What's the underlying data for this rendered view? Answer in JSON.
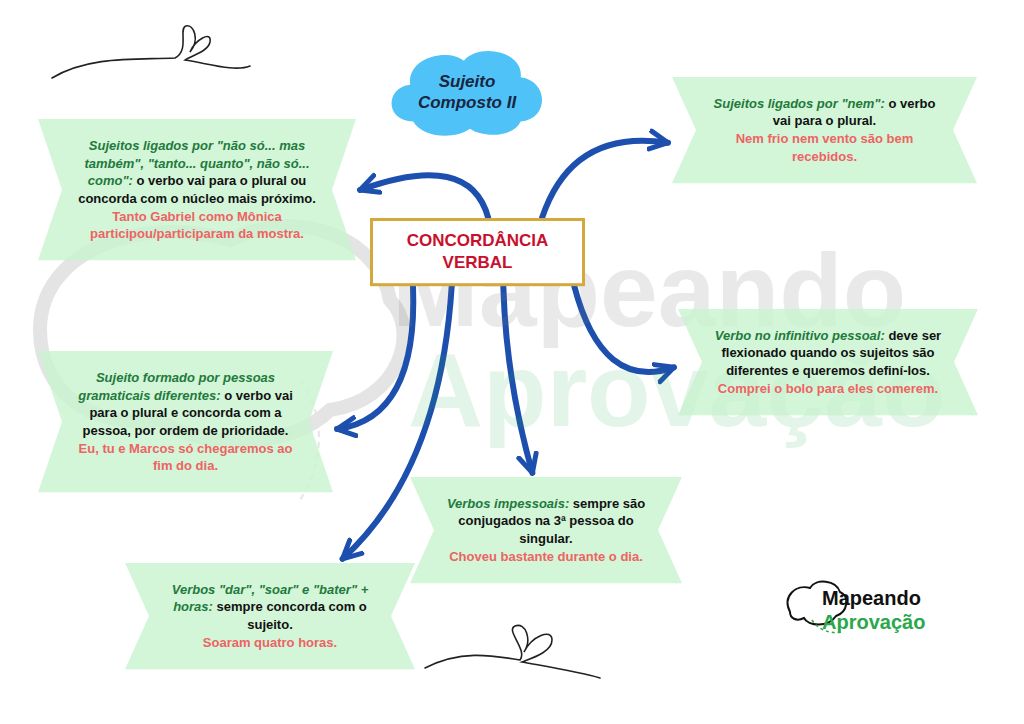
{
  "diagram": {
    "nodes": [
      {
        "text": [
          "Sujeito Composto II"
        ]
      },
      {
        "text": [
          "Sujeitos ligados por \"não só... mas também\", \"tanto... quanto\", não só... como\":",
          "o verbo vai para o plural ou concorda com o núcleo mais próximo.",
          "Tanto Gabriel como Mônica participou/participaram da mostra."
        ]
      },
      {
        "text": [
          "Sujeitos ligados por \"nem\":",
          "o verbo vai para o plural.",
          "Nem frio nem vento são bem recebidos."
        ]
      },
      {
        "text": [
          "CONCORDÂNCIA VERBAL"
        ]
      },
      {
        "text": [
          "Verbo no infinitivo pessoal:",
          "deve ser flexionado quando os sujeitos são diferentes e queremos definí-los.",
          "Comprei o bolo para eles comerem."
        ]
      },
      {
        "text": [
          "Sujeito formado por pessoas gramaticais diferentes:",
          "o verbo vai para o plural e concorda com a pessoa, por ordem de prioridade.",
          "Eu, tu e Marcos só chegaremos ao fim do dia."
        ]
      },
      {
        "text": [
          "Verbos impessoais:",
          "sempre são conjugados na 3ª pessoa do singular.",
          "Choveu bastante durante o dia."
        ]
      },
      {
        "text": [
          "Verbos \"dar\", \"soar\" e \"bater\" + horas:",
          "sempre concorda com o sujeito.",
          "Soaram quatro horas."
        ]
      }
    ],
    "edges": [
      {
        "from": 3,
        "to": 1,
        "arrow": "to"
      },
      {
        "from": 3,
        "to": 2,
        "arrow": "to"
      },
      {
        "from": 3,
        "to": 4,
        "arrow": "to"
      },
      {
        "from": 3,
        "to": 5,
        "arrow": "to"
      },
      {
        "from": 3,
        "to": 6,
        "arrow": "to"
      },
      {
        "from": 3,
        "to": 7,
        "arrow": "to"
      }
    ],
    "labels": [
      "Mapeando",
      "Aprovação",
      "Mapeando",
      "Aprovação"
    ]
  }
}
